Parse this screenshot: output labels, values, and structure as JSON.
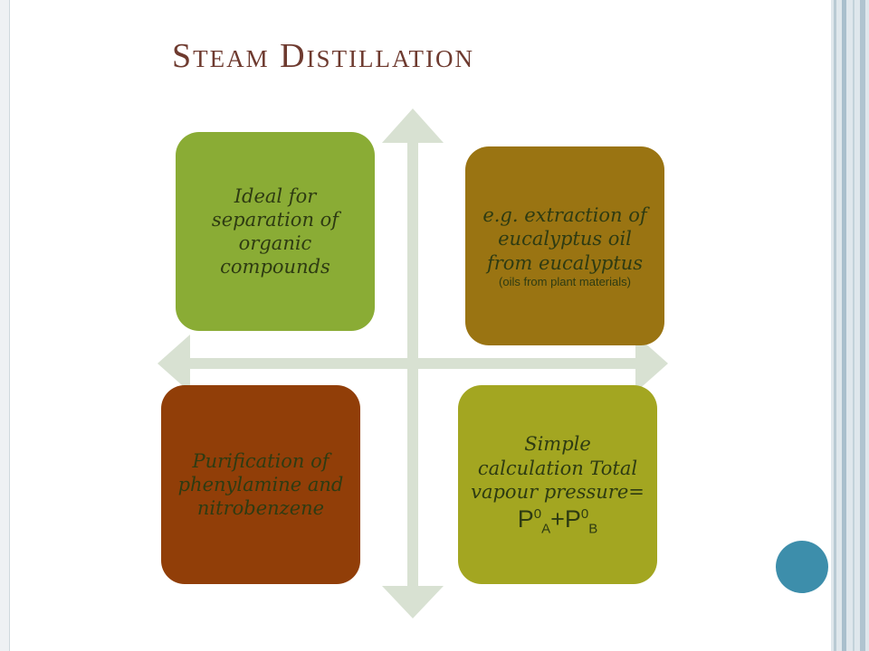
{
  "slide": {
    "title": "Steam Distillation",
    "quadrants": {
      "top_left": {
        "text": "Ideal for separation of organic compounds"
      },
      "top_right": {
        "text": "e.g. extraction of eucalyptus oil from eucalyptus",
        "note": "(oils from plant materials)"
      },
      "bottom_left": {
        "text": "Purification of phenylamine and nitrobenzene"
      },
      "bottom_right": {
        "text": "Simple calculation Total vapour pressure=",
        "formula": {
          "p1": "P",
          "sup1": "0",
          "sub1": "A",
          "plus": "+",
          "p2": "P",
          "sup2": "0",
          "sub2": "B"
        }
      }
    }
  },
  "colors": {
    "title": "#6e3a2f",
    "top_left_box": "#8aac35",
    "top_right_box": "#9a7412",
    "bottom_left_box": "#913e08",
    "bottom_right_box": "#a3a621",
    "arrows": "#d8e1d2",
    "accent_dot": "#3d8eab"
  },
  "icons": {
    "axes": "four-way-arrow-icon",
    "dot": "circle-icon"
  }
}
